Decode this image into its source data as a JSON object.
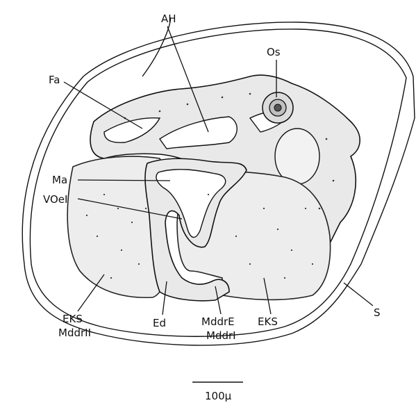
{
  "labels": {
    "AH": "AH",
    "Os": "Os",
    "Fa": "Fa",
    "Ma": "Ma",
    "VOeI": "VOeI",
    "EKS_left": "EKS",
    "MddrII": "MddrII",
    "Ed": "Ed",
    "MddrE": "MddrE",
    "MddrI": "MddrI",
    "EKS_right": "EKS",
    "S": "S"
  },
  "scale_bar": {
    "label": "100µ"
  }
}
